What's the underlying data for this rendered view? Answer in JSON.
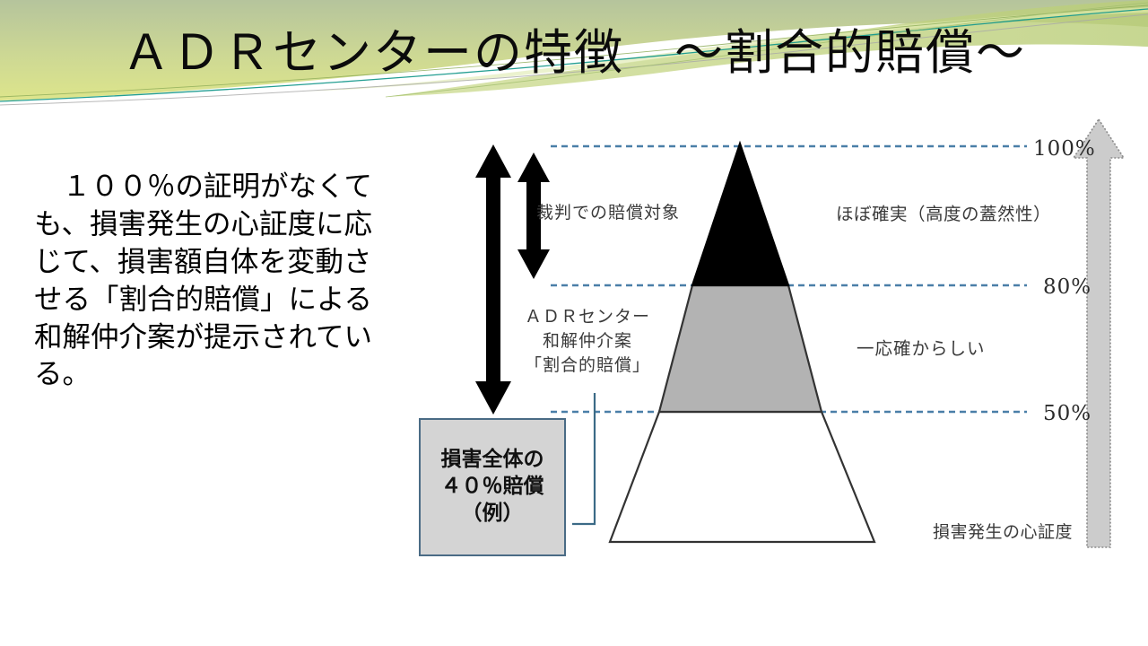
{
  "slide": {
    "title": "ＡＤＲセンターの特徴　〜割合的賠償〜",
    "body_text": "　１００％の証明がなくても、損害発生の心証度に応じて、損害額自体を変動させる「割合的賠償」による和解仲介案が提示されている。"
  },
  "colors": {
    "banner_top": "#b7c69d",
    "banner_bottom": "#dce58d",
    "banner_band": "#c9d98f",
    "teal_line": "#1a9b8a",
    "dashed_line": "#4a7fa8",
    "triangle_top_fill": "#000000",
    "triangle_mid_fill": "#b3b3b3",
    "triangle_bottom_fill": "#ffffff",
    "triangle_stroke": "#333333",
    "arrow_black": "#000000",
    "axis_arrow_fill": "#cccccc",
    "axis_arrow_stroke": "#7a7a7a",
    "callout_fill": "#d4d4d4",
    "callout_border": "#4a6b85",
    "connector": "#3b6a86"
  },
  "diagram": {
    "labels": {
      "court_target": "裁判での賠償対象",
      "adr_line1": "ＡＤＲセンター",
      "adr_line2": "和解仲介案",
      "adr_line3": "「割合的賠償」",
      "almost_certain": "ほぼ確実（高度の蓋然性）",
      "probable": "一応確からしい",
      "conviction_axis": "損害発生の心証度"
    },
    "percent_ticks": {
      "top": "100%",
      "middle": "80%",
      "bottom": "50%"
    },
    "callout": {
      "line1": "損害全体の",
      "line2": "４０％賠償",
      "line3": "（例）"
    }
  },
  "chart_data": {
    "type": "bar",
    "title": "心証度と賠償範囲のピラミッド",
    "ylabel": "損害発生の心証度",
    "ylim": [
      0,
      100
    ],
    "categories": [
      "50%",
      "80%",
      "100%"
    ],
    "values": [
      50,
      80,
      100
    ],
    "bands": [
      {
        "label": "ほぼ確実（高度の蓋然性）",
        "from": 80,
        "to": 100,
        "fill": "#000000"
      },
      {
        "label": "一応確からしい",
        "from": 50,
        "to": 80,
        "fill": "#b3b3b3"
      },
      {
        "label": "",
        "from": 0,
        "to": 50,
        "fill": "#ffffff"
      }
    ],
    "annotations": [
      {
        "text": "裁判での賠償対象",
        "from": 80,
        "to": 100
      },
      {
        "text": "ＡＤＲセンター和解仲介案「割合的賠償」",
        "from": 50,
        "to": 100
      },
      {
        "text": "損害全体の４０％賠償（例）",
        "value": 40
      }
    ],
    "grid": false,
    "legend": "none"
  }
}
